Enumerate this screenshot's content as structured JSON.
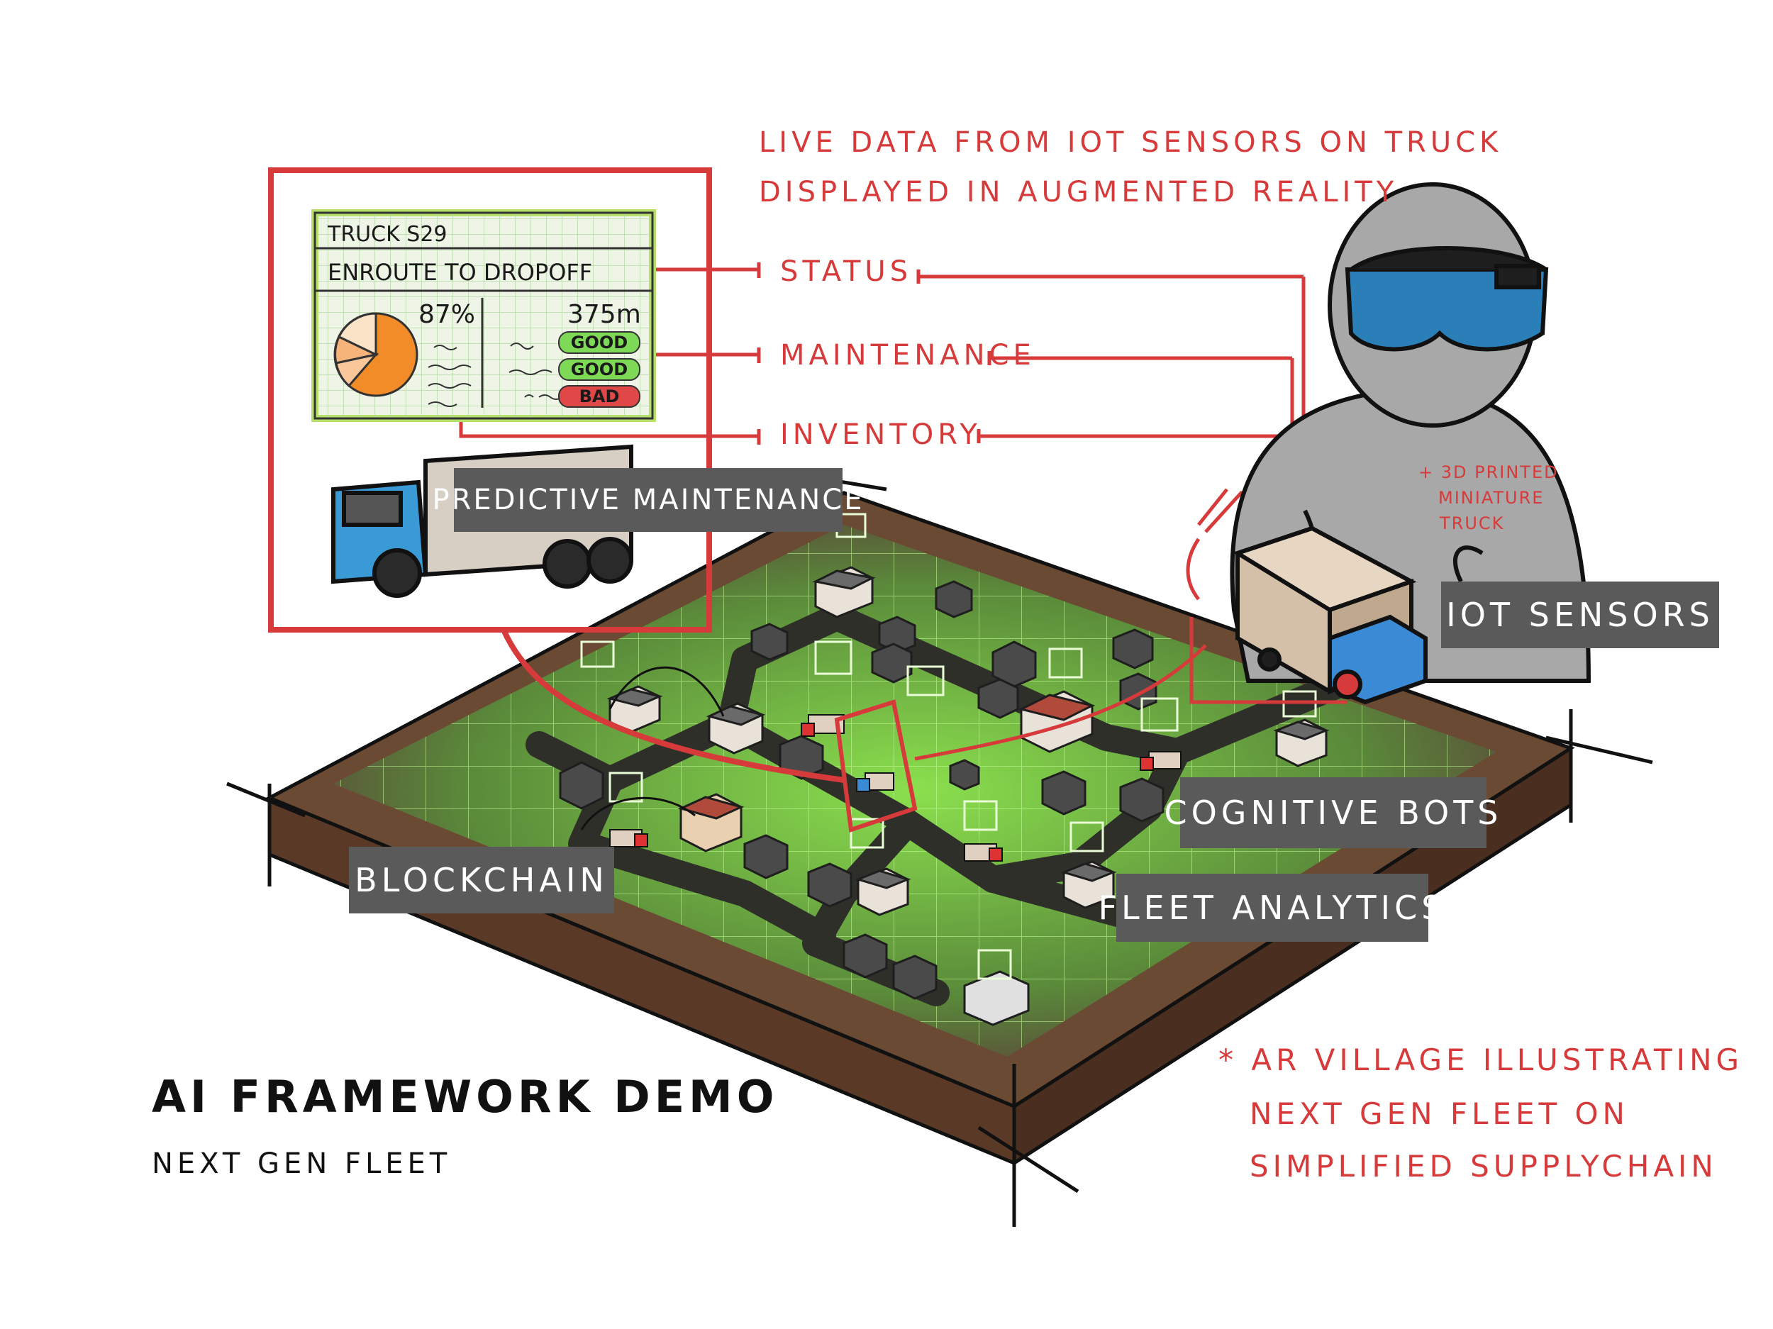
{
  "header_note": {
    "line1": "LIVE DATA FROM IOT SENSORS ON TRUCK",
    "line2": "DISPLAYED IN AUGMENTED REALITY"
  },
  "ar_panel": {
    "truck_id": "TRUCK S29",
    "route_status": "ENROUTE TO DROPOFF",
    "percent": "87%",
    "distance": "375m",
    "statuses": [
      {
        "label": "GOOD",
        "color": "#7ed957"
      },
      {
        "label": "GOOD",
        "color": "#7ed957"
      },
      {
        "label": "BAD",
        "color": "#e04848"
      }
    ]
  },
  "callouts": {
    "status": "STATUS",
    "maintenance": "MAINTENANCE",
    "inventory": "INVENTORY"
  },
  "printed_note": {
    "line1": "+ 3D PRINTED",
    "line2": "MINIATURE",
    "line3": "TRUCK"
  },
  "tags": {
    "predictive_maintenance": "PREDICTIVE MAINTENANCE",
    "iot_sensors": "IOT SENSORS",
    "cognitive_bots": "COGNITIVE BOTS",
    "blockchain": "BLOCKCHAIN",
    "fleet_analytics": "FLEET ANALYTICS"
  },
  "footer": {
    "title": "AI FRAMEWORK DEMO",
    "subtitle": "NEXT GEN FLEET"
  },
  "bottom_note": {
    "line1": "* AR VILLAGE ILLUSTRATING",
    "line2": "NEXT GEN FLEET ON",
    "line3": "SIMPLIFIED SUPPLYCHAIN"
  },
  "colors": {
    "accent_red": "#d63a3a",
    "board_brown": "#6b4a34",
    "grid_green": "#7ddc4a",
    "tag_gray": "#5a5a5a"
  }
}
